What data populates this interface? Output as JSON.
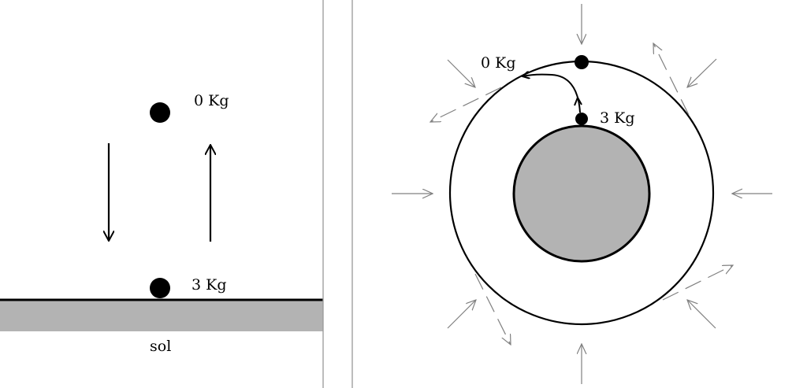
{
  "left_panel": {
    "top_ball_label": "0 Kg",
    "bottom_ball_label": "3 Kg",
    "ground_label": "sol"
  },
  "right_panel": {
    "orbit_ball_label": "0 Kg",
    "surface_ball_label": "3 Kg"
  },
  "colors": {
    "ground": "#b3b3b3",
    "planet": "#b3b3b3",
    "field_arrows": "#808080",
    "ink": "#000000"
  }
}
